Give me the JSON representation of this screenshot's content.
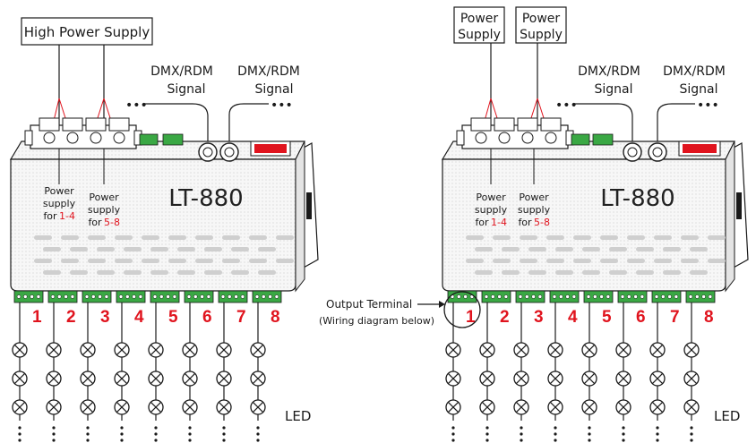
{
  "left": {
    "supply_label": "High Power Supply",
    "model": "LT-880",
    "dmx_in": [
      "DMX/RDM",
      "Signal"
    ],
    "dmx_out": [
      "DMX/RDM",
      "Signal"
    ],
    "ps_a": [
      "Power",
      "supply",
      "for "
    ],
    "ps_a_red": "1-4",
    "ps_b": [
      "Power",
      "supply",
      "for "
    ],
    "ps_b_red": "5-8",
    "channels": [
      "1",
      "2",
      "3",
      "4",
      "5",
      "6",
      "7",
      "8"
    ],
    "led_label": "LED"
  },
  "right": {
    "supply_a": [
      "Power",
      "Supply"
    ],
    "supply_b": [
      "Power",
      "Supply"
    ],
    "model": "LT-880",
    "dmx_in": [
      "DMX/RDM",
      "Signal"
    ],
    "dmx_out": [
      "DMX/RDM",
      "Signal"
    ],
    "ps_a": [
      "Power",
      "supply",
      "for "
    ],
    "ps_a_red": "1-4",
    "ps_b": [
      "Power",
      "supply",
      "for "
    ],
    "ps_b_red": "5-8",
    "output_terminal": "Output Terminal",
    "wiring_note": "(Wiring diagram below)",
    "channels": [
      "1",
      "2",
      "3",
      "4",
      "5",
      "6",
      "7",
      "8"
    ],
    "led_label": "LED"
  },
  "colors": {
    "accent": "#e0141e",
    "terminal": "#3aa844",
    "line": "#1a1a1a"
  }
}
